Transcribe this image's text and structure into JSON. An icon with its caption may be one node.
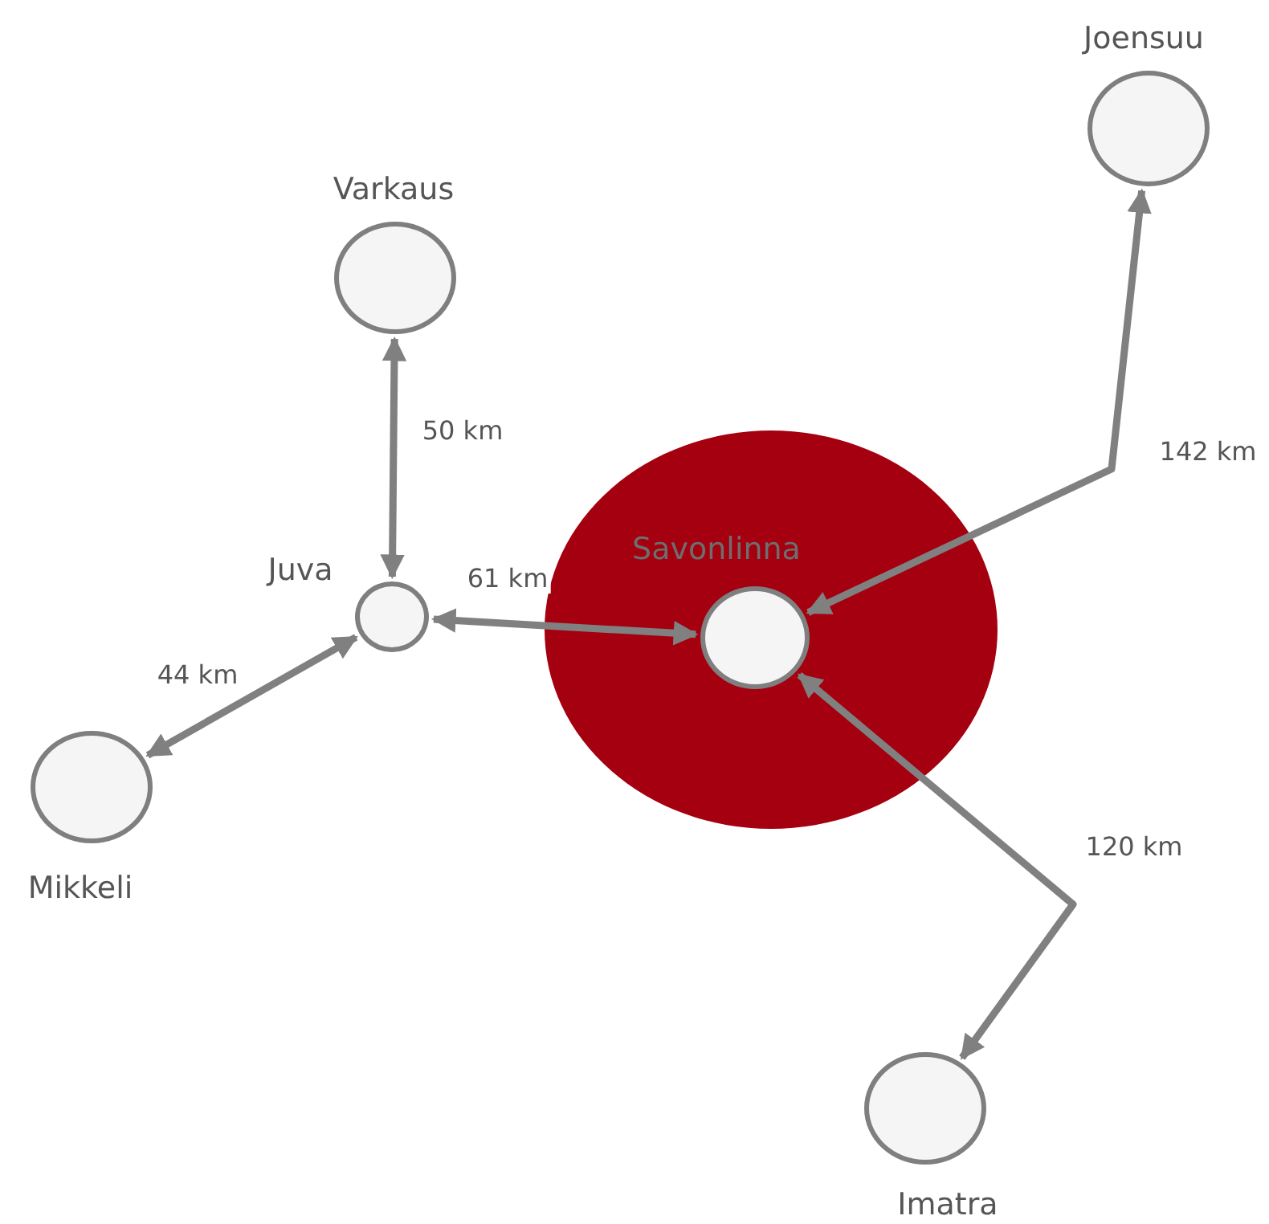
{
  "diagram": {
    "nodes": [
      {
        "text": [
          "Joensuu"
        ]
      },
      {
        "text": [
          "Varkaus"
        ]
      },
      {
        "text": [
          "Juva"
        ]
      },
      {
        "text": [],
        "shape": "circle"
      },
      {
        "text": [
          "Savonlinna"
        ],
        "in": 3
      },
      {
        "text": [
          "Mikkeli"
        ]
      },
      {
        "text": [
          "Imatra"
        ]
      }
    ],
    "edges": [
      {
        "from": 2,
        "to": 1,
        "arrow": "both",
        "label": "50 km"
      },
      {
        "from": 2,
        "to": 5,
        "arrow": "both",
        "label": "44 km"
      },
      {
        "from": 2,
        "to": 4,
        "arrow": "both",
        "label": "61 km"
      },
      {
        "from": 4,
        "to": 0,
        "arrow": "both",
        "label": "142 km"
      },
      {
        "from": 4,
        "to": 6,
        "arrow": "both",
        "label": "120 km"
      }
    ]
  }
}
